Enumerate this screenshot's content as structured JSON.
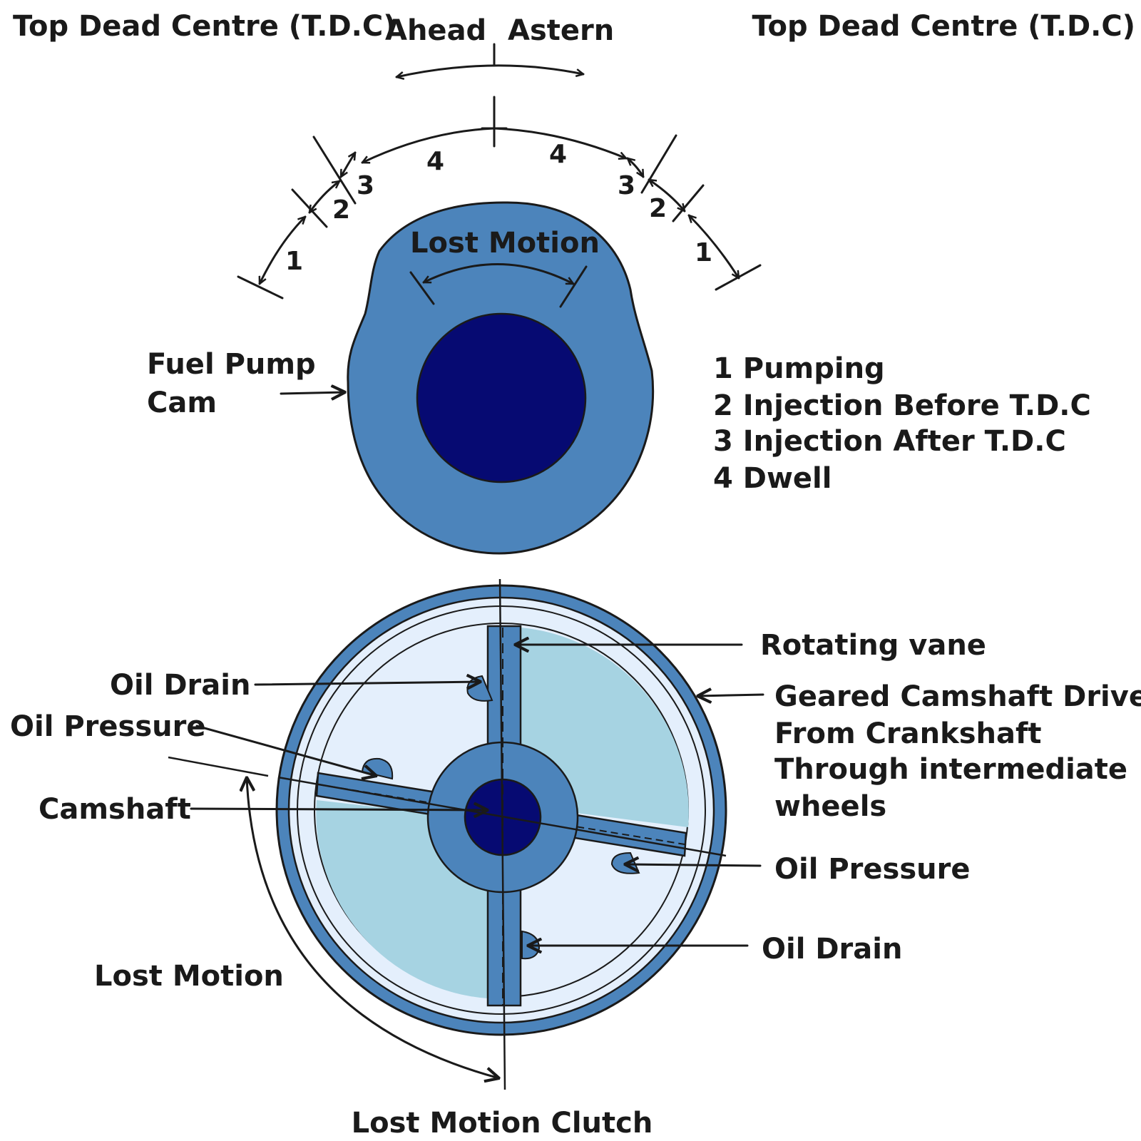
{
  "top": {
    "tdc_left": "Top Dead Centre (T.D.C)",
    "tdc_right": "Top Dead Centre (T.D.C)",
    "ahead": "Ahead",
    "astern": "Astern",
    "lost_motion": "Lost Motion",
    "fuel_pump_cam_line1": "Fuel Pump",
    "fuel_pump_cam_line2": "Cam",
    "sectors": {
      "left": [
        "4",
        "3",
        "2",
        "1"
      ],
      "right": [
        "4",
        "3",
        "2",
        "1"
      ]
    },
    "legend": [
      "1 Pumping",
      "2 Injection Before T.D.C",
      "3 Injection After T.D.C",
      "4 Dwell"
    ]
  },
  "bottom": {
    "rotating_vane": "Rotating vane",
    "geared_drive": [
      "Geared Camshaft Drive",
      "From Crankshaft",
      "Through intermediate",
      "wheels"
    ],
    "oil_drain_left": "Oil Drain",
    "oil_pressure_left": "Oil Pressure",
    "camshaft": "Camshaft",
    "lost_motion": "Lost Motion",
    "oil_pressure_right": "Oil Pressure",
    "oil_drain_right": "Oil Drain",
    "title": "Lost Motion Clutch"
  },
  "colors": {
    "cam_body": "#4c84bb",
    "cam_core": "#060a72",
    "clutch_outer_ring": "#4c84bb",
    "clutch_face": "#e4effc",
    "clutch_chamber": "#a6d3e2",
    "outline": "#1a1a1a"
  }
}
